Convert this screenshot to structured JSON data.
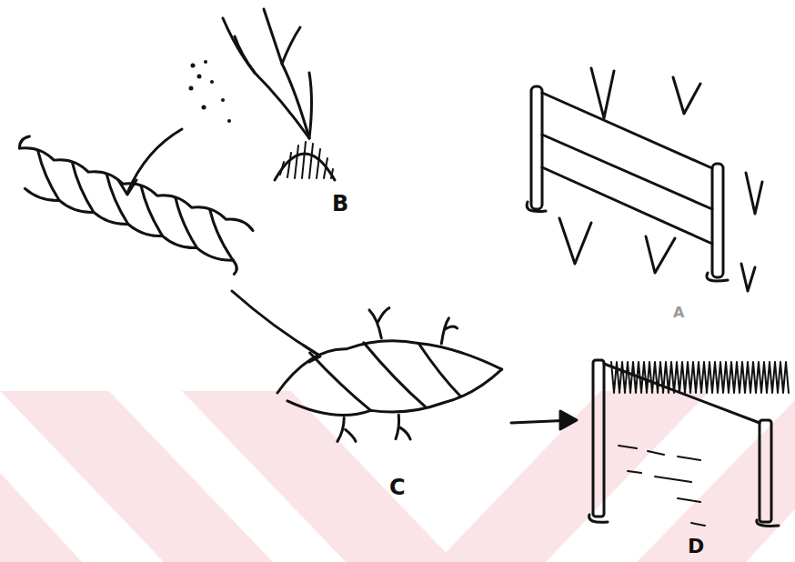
{
  "diagram": {
    "labels": [
      "B",
      "A",
      "C",
      "D"
    ]
  }
}
